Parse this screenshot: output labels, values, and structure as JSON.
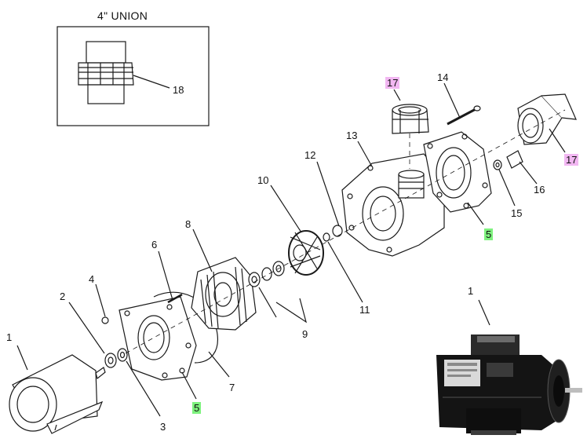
{
  "inset": {
    "title": "4\" UNION",
    "part_number": "18"
  },
  "callouts": {
    "motor_left": "1",
    "motor_photo": "1",
    "seal_2": "2",
    "ring_3": "3",
    "nut_4": "4",
    "plate_5_lower": "5",
    "plate_5_upper": "5",
    "screw_6": "6",
    "oring_7": "7",
    "diffuser_8": "8",
    "seal_assembly_9": "9",
    "impeller_10": "10",
    "ring_11": "11",
    "drain_12": "12",
    "housing_13": "13",
    "bolt_14": "14",
    "washer_15": "15",
    "plug_16": "16",
    "union_17_top": "17",
    "union_17_right": "17"
  },
  "colors": {
    "green_highlight": "#7ef27e",
    "pink_highlight": "#f2b7f2",
    "line": "#1a1a1a"
  }
}
